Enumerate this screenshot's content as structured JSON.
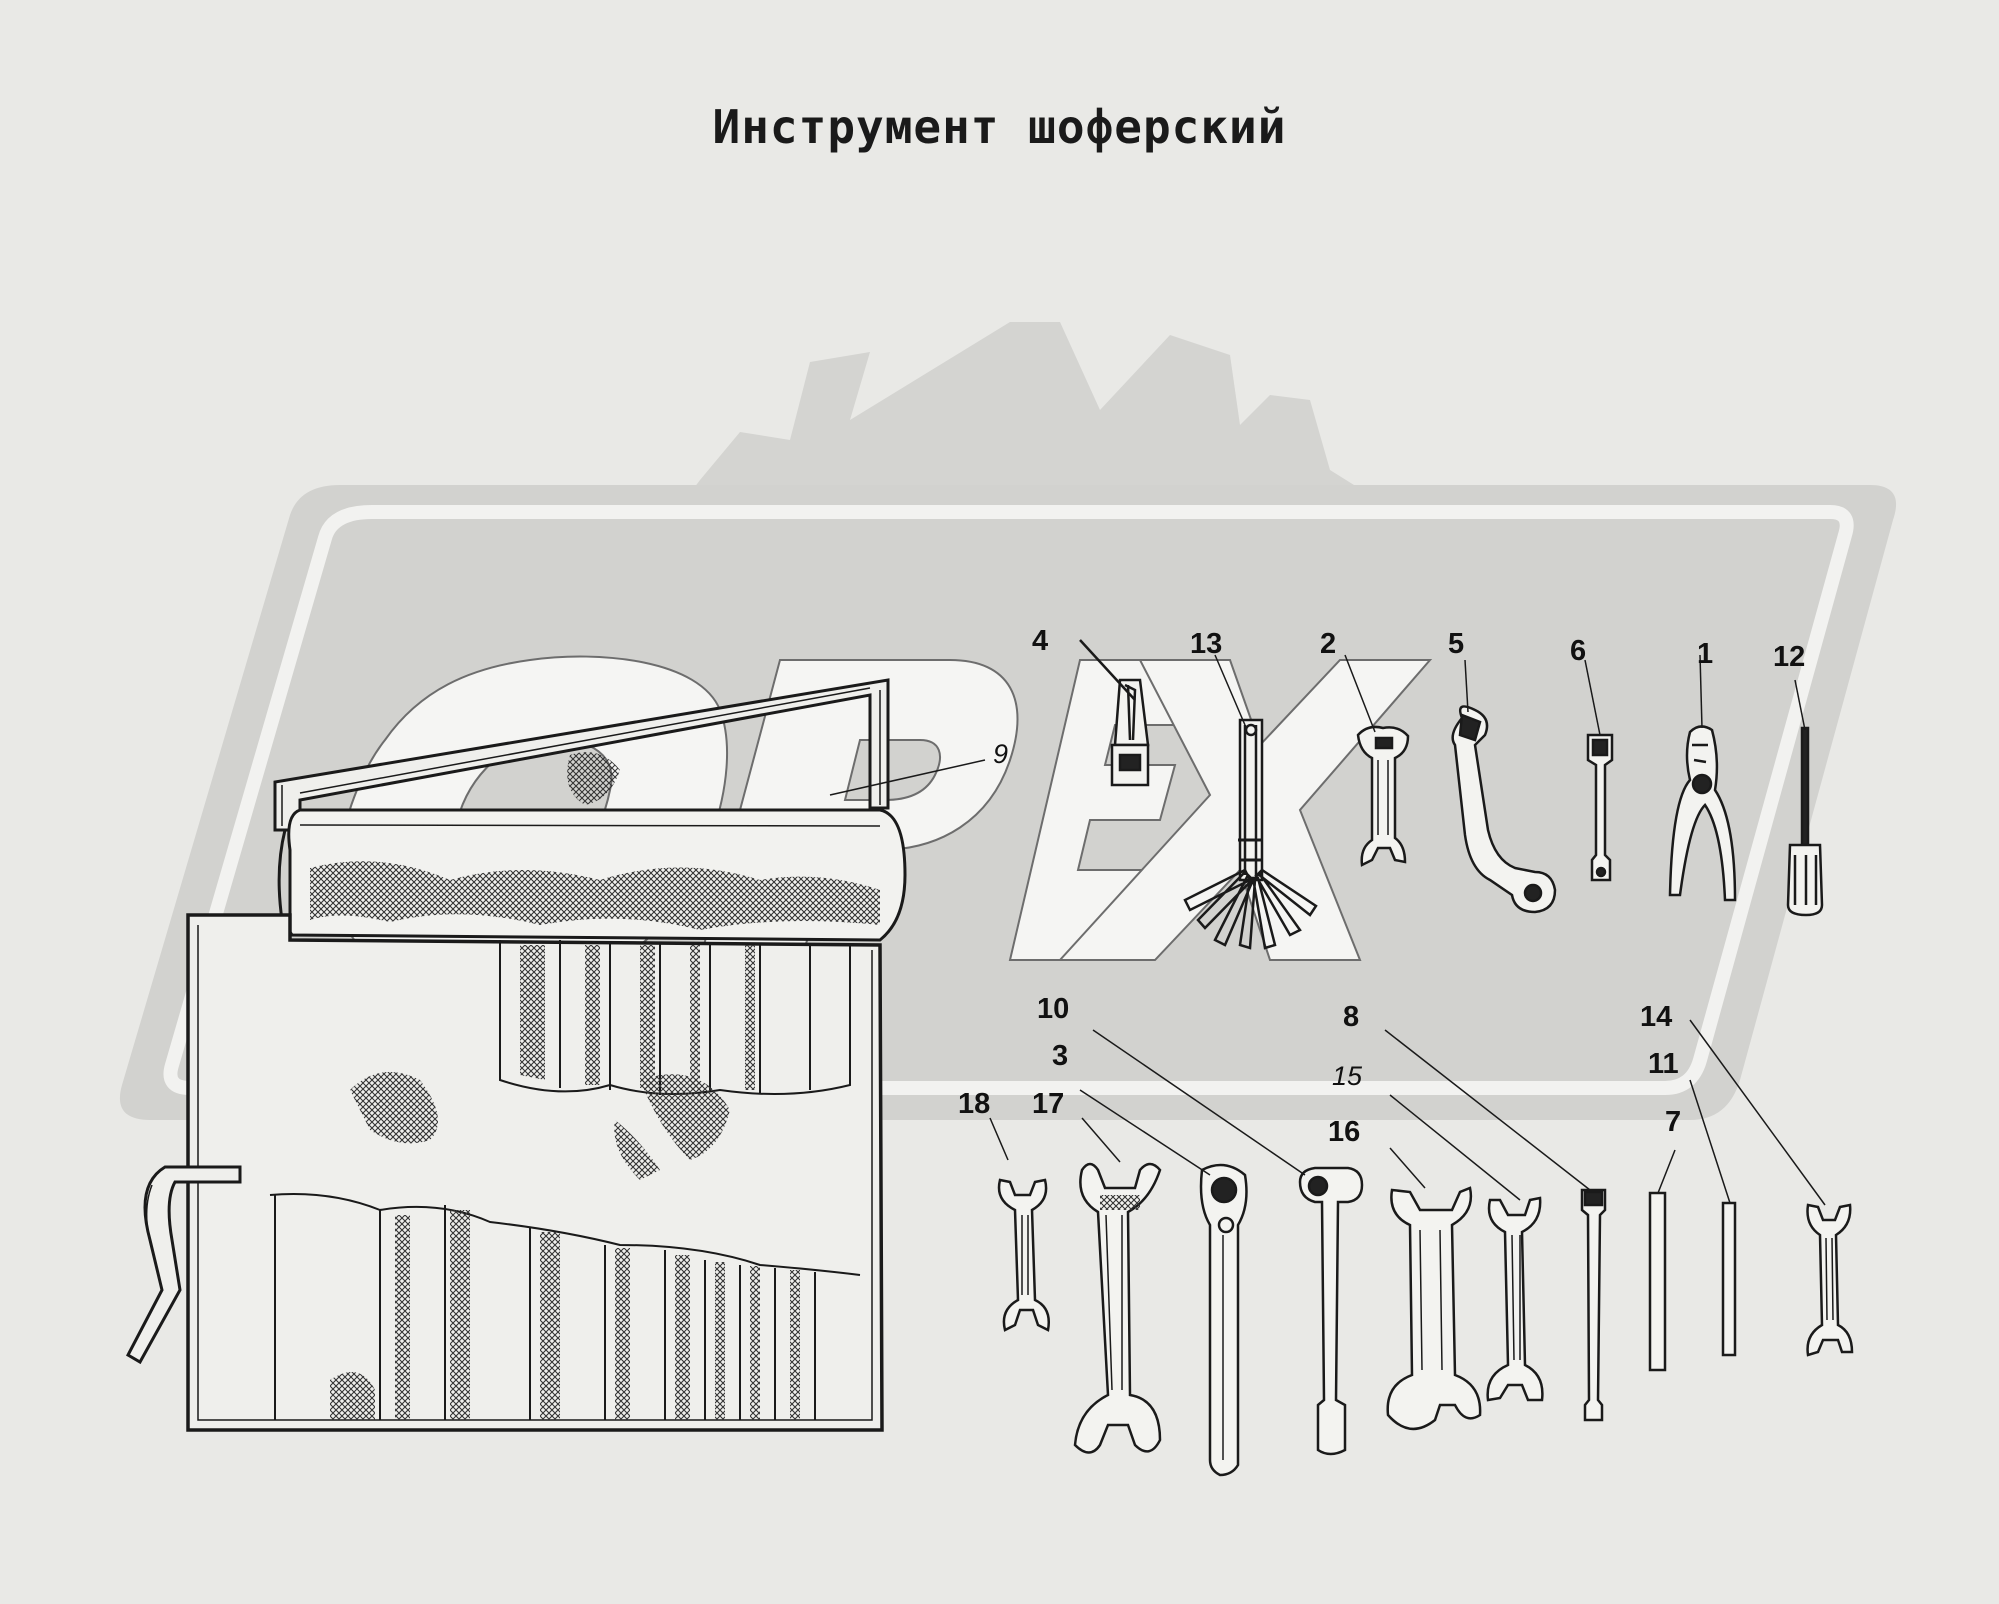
{
  "title": "Инструмент шоферский",
  "watermark": "ОРЕХ",
  "colors": {
    "background": "#e9e9e6",
    "watermark_fill": "#d2d2cf",
    "ink": "#1a1a1a",
    "hatch": "#3a3a3a"
  },
  "callouts": [
    {
      "id": "1",
      "label": "1"
    },
    {
      "id": "2",
      "label": "2"
    },
    {
      "id": "3",
      "label": "3"
    },
    {
      "id": "4",
      "label": "4"
    },
    {
      "id": "5",
      "label": "5"
    },
    {
      "id": "6",
      "label": "6"
    },
    {
      "id": "7",
      "label": "7"
    },
    {
      "id": "8",
      "label": "8"
    },
    {
      "id": "9",
      "label": "9"
    },
    {
      "id": "10",
      "label": "10"
    },
    {
      "id": "11",
      "label": "11"
    },
    {
      "id": "12",
      "label": "12"
    },
    {
      "id": "13",
      "label": "13"
    },
    {
      "id": "14",
      "label": "14"
    },
    {
      "id": "15",
      "label": "15"
    },
    {
      "id": "16",
      "label": "16"
    },
    {
      "id": "17",
      "label": "17"
    },
    {
      "id": "18",
      "label": "18"
    }
  ]
}
